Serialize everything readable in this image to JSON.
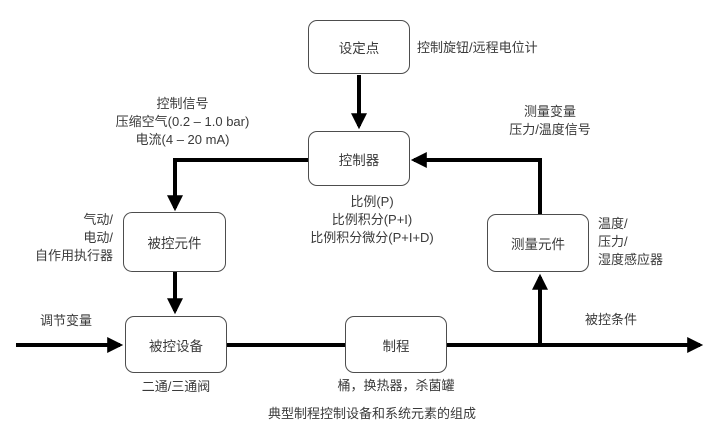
{
  "diagram": {
    "caption": "典型制程控制设备和系统元素的组成",
    "boxes": {
      "setpoint": "设定点",
      "controller": "控制器",
      "final_control_element": "被控元件",
      "measuring_element": "测量元件",
      "controlled_device": "被控设备",
      "process": "制程"
    },
    "labels": {
      "setpoint_note": "控制旋钮/远程电位计",
      "control_signal": [
        "控制信号",
        "压缩空气(0.2 – 1.0 bar)",
        "电流(4 – 20 mA)"
      ],
      "measured_variable": [
        "测量变量",
        "压力/温度信号"
      ],
      "control_modes": [
        "比例(P)",
        "比例积分(P+I)",
        "比例积分微分(P+I+D)"
      ],
      "actuator_types": [
        "气动/",
        "电动/",
        "自作用执行器"
      ],
      "sensor_types": [
        "温度/",
        "压力/",
        "湿度感应器"
      ],
      "manipulated_variable": "调节变量",
      "controlled_condition": "被控条件",
      "valve_note": "二通/三通阀",
      "process_examples": "桶，换热器，杀菌罐"
    },
    "colors": {
      "line": "#000000",
      "box_border": "#4d4d4d",
      "text": "#3a3a3a",
      "background": "#ffffff"
    }
  }
}
